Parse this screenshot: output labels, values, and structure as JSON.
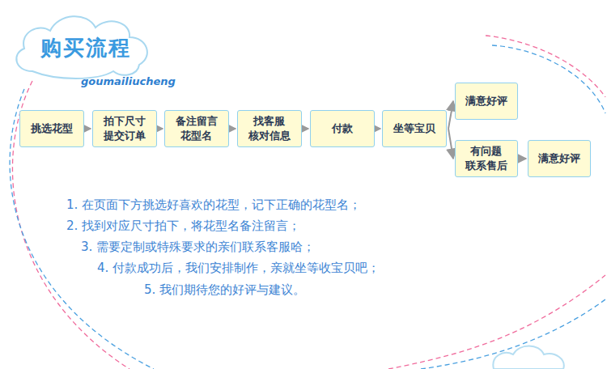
{
  "diagram": {
    "title": "购买流程",
    "nodes": [
      {
        "text": [
          "挑选花型"
        ]
      },
      {
        "text": [
          "拍下尺寸 提交订单"
        ]
      },
      {
        "text": [
          "备注留言 花型名"
        ]
      },
      {
        "text": [
          "找客服 核对信息"
        ]
      },
      {
        "text": [
          "付款"
        ]
      },
      {
        "text": [
          "坐等宝贝"
        ]
      },
      {
        "text": [
          "满意好评"
        ]
      },
      {
        "text": [
          "有问题 联系售后"
        ]
      },
      {
        "text": [
          "满意好评"
        ]
      }
    ],
    "edges": [
      {
        "from": 0,
        "to": 1,
        "arrow": "to"
      },
      {
        "from": 1,
        "to": 2,
        "arrow": "to"
      },
      {
        "from": 2,
        "to": 3,
        "arrow": "to"
      },
      {
        "from": 3,
        "to": 4,
        "arrow": "to"
      },
      {
        "from": 4,
        "to": 5,
        "arrow": "to"
      },
      {
        "from": 5,
        "to": 6,
        "arrow": "to"
      },
      {
        "from": 5,
        "to": 7,
        "arrow": "to"
      },
      {
        "from": 7,
        "to": 8,
        "arrow": "to"
      }
    ],
    "labels": [
      "goumailiucheng",
      "1. 在页面下方挑选好喜欢的花型，记下正确的花型名；",
      "2. 找到对应尺寸拍下，将花型名备注留言；",
      "3. 需要定制或特殊要求的亲们联系客服哈；",
      "4. 付款成功后，我们安排制作，亲就坐等收宝贝吧；",
      "5. 我们期待您的好评与建议。"
    ]
  }
}
